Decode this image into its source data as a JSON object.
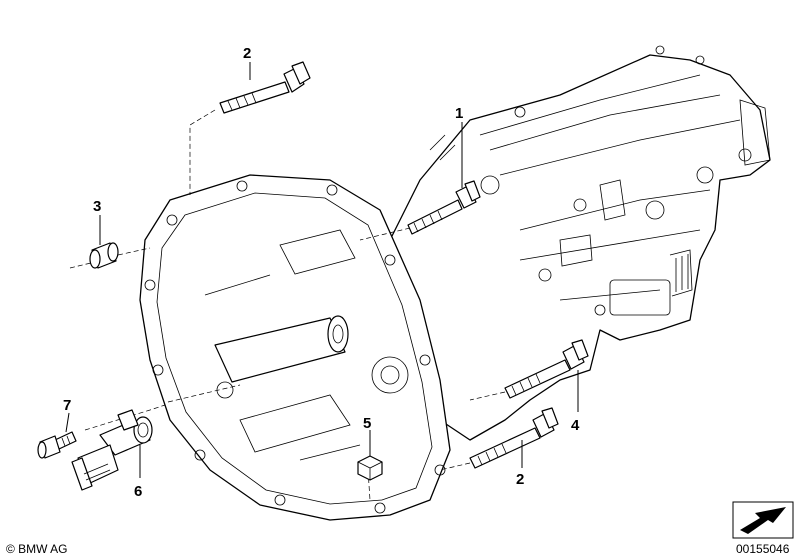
{
  "callouts": [
    {
      "id": "p2a",
      "number": "2"
    },
    {
      "id": "p1",
      "number": "1"
    },
    {
      "id": "p3",
      "number": "3"
    },
    {
      "id": "p7",
      "number": "7"
    },
    {
      "id": "p6",
      "number": "6"
    },
    {
      "id": "p5",
      "number": "5"
    },
    {
      "id": "p4",
      "number": "4"
    },
    {
      "id": "p2b",
      "number": "2"
    }
  ],
  "footer": {
    "copyright": "© BMW AG",
    "diagram_id": "00155046"
  },
  "icons": {
    "orientation": "direction-arrow-icon"
  }
}
